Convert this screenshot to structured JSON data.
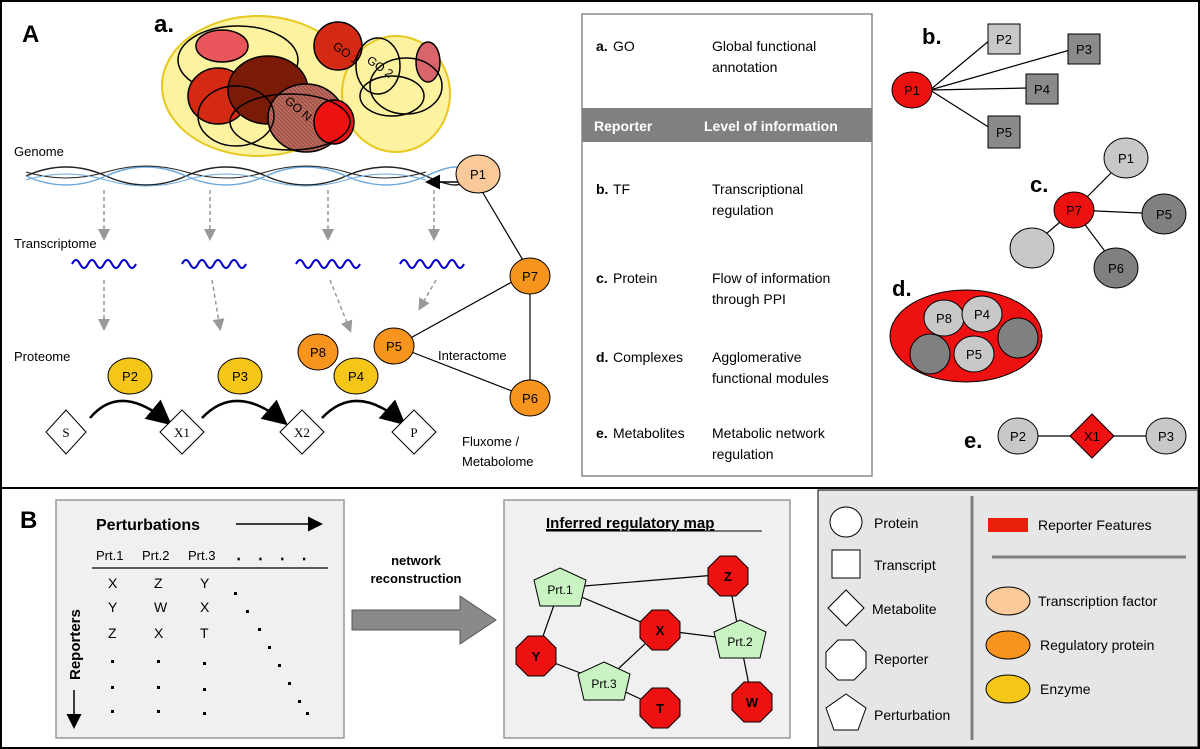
{
  "panel_a": {
    "label": "A",
    "sub_a": "a.",
    "go_labels": [
      "GO 1",
      "GO 2",
      "GO N"
    ],
    "layers": {
      "genome": "Genome",
      "transcriptome": "Transcriptome",
      "proteome": "Proteome",
      "interactome": "Interactome",
      "fluxome_1": "Fluxome /",
      "fluxome_2": "Metabolome"
    },
    "metabolites": [
      "S",
      "X1",
      "X2",
      "P"
    ],
    "enzymes": [
      "P2",
      "P3",
      "P4"
    ],
    "tf_node": "P1",
    "regulatory_nodes": [
      "P7",
      "P5",
      "P8",
      "P6"
    ]
  },
  "table": {
    "rows_top": [
      {
        "letter": "a.",
        "name": "GO",
        "desc1": "Global functional",
        "desc2": "annotation"
      }
    ],
    "header": {
      "col1": "Reporter",
      "col2": "Level of information"
    },
    "rows": [
      {
        "letter": "b.",
        "name": "TF",
        "desc1": "Transcriptional",
        "desc2": "regulation"
      },
      {
        "letter": "c.",
        "name": "Protein",
        "desc1": "Flow of information",
        "desc2": "through PPI"
      },
      {
        "letter": "d.",
        "name": "Complexes",
        "desc1": "Agglomerative",
        "desc2": "functional modules"
      },
      {
        "letter": "e.",
        "name": "Metabolites",
        "desc1": "Metabolic network",
        "desc2": "regulation"
      }
    ]
  },
  "insets": {
    "b": {
      "label": "b.",
      "center": "P1",
      "targets": [
        "P2",
        "P3",
        "P4",
        "P5"
      ]
    },
    "c": {
      "label": "c.",
      "center": "P7",
      "nodes": [
        "P1",
        "P5",
        "P6"
      ]
    },
    "d": {
      "label": "d.",
      "nodes": [
        "P8",
        "P4",
        "P5"
      ]
    },
    "e": {
      "label": "e.",
      "left": "P2",
      "center": "X1",
      "right": "P3"
    }
  },
  "panel_b": {
    "label": "B",
    "perturbations": "Perturbations",
    "reporters": "Reporters",
    "columns": [
      "Prt.1",
      "Prt.2",
      "Prt.3"
    ],
    "dots": "․ ․ ․ ․",
    "rows": [
      [
        "X",
        "Z",
        "Y"
      ],
      [
        "Y",
        "W",
        "X"
      ],
      [
        "Z",
        "X",
        "T"
      ]
    ],
    "arrow_label_1": "network",
    "arrow_label_2": "reconstruction",
    "map_title": "Inferred regulatory map",
    "map_perturbations": [
      "Prt.1",
      "Prt.2",
      "Prt.3"
    ],
    "map_reporters": [
      "Z",
      "X",
      "Y",
      "T",
      "W"
    ]
  },
  "legend": {
    "shapes": [
      "Protein",
      "Transcript",
      "Metabolite",
      "Reporter",
      "Perturbation"
    ],
    "reporter_features": "Reporter Features",
    "colors": [
      {
        "label": "Transcription factor",
        "color": "#f9c99a"
      },
      {
        "label": "Regulatory protein",
        "color": "#f7941d"
      },
      {
        "label": "Enzyme",
        "color": "#f5c518"
      }
    ],
    "feature_color": "#e8200c"
  }
}
